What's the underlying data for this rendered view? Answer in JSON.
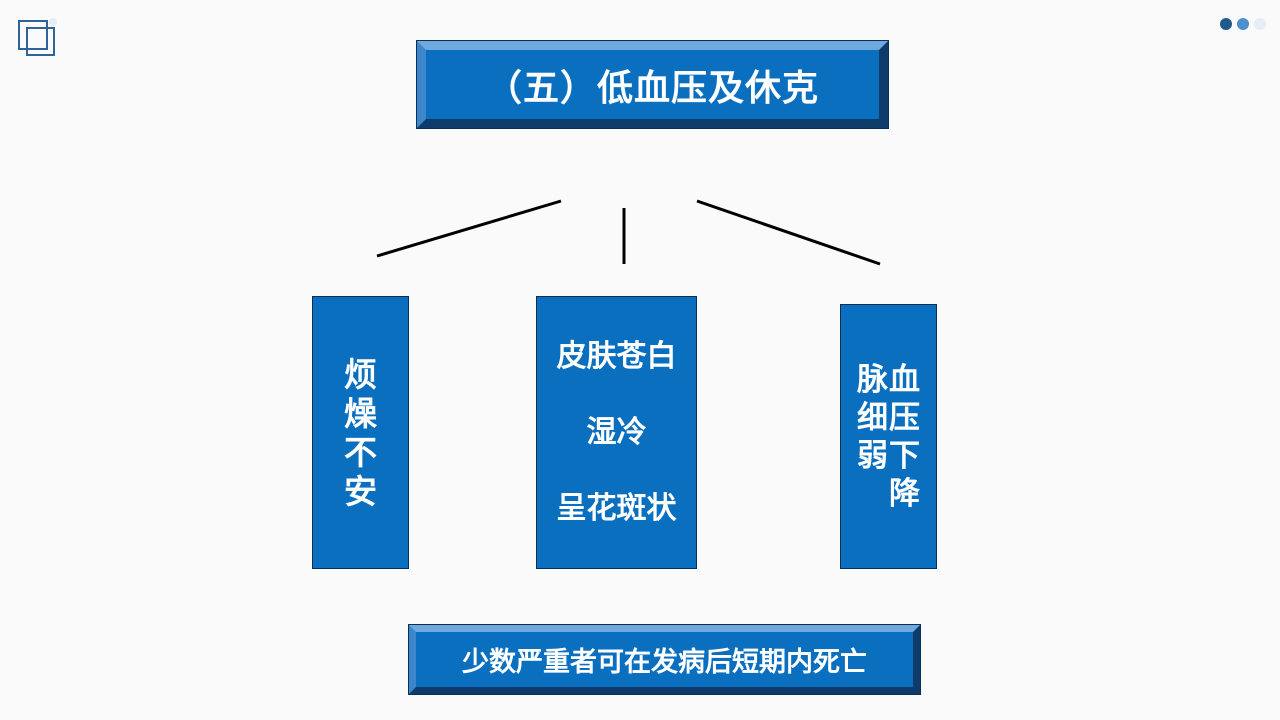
{
  "title": "（五）低血压及休克",
  "left_box": {
    "chars": [
      "烦",
      "燥",
      "不",
      "安"
    ]
  },
  "middle_box": {
    "lines": [
      "皮肤苍白",
      "湿冷",
      "呈花斑状"
    ]
  },
  "right_box": {
    "chars": [
      "脉",
      "血",
      "细",
      "压",
      "弱",
      "下",
      "",
      "降"
    ]
  },
  "footer": "少数严重者可在发病后短期内死亡",
  "colors": {
    "box_fill": "#0b6fc0",
    "box_border": "#0a2f52",
    "text": "#ffffff",
    "line": "#000000",
    "dots": [
      "#1f5a8c",
      "#4f8fcc",
      "#e6edf4"
    ]
  },
  "icons": [
    "overlapping-squares-logo-icon",
    "pagination-dots-icon"
  ]
}
